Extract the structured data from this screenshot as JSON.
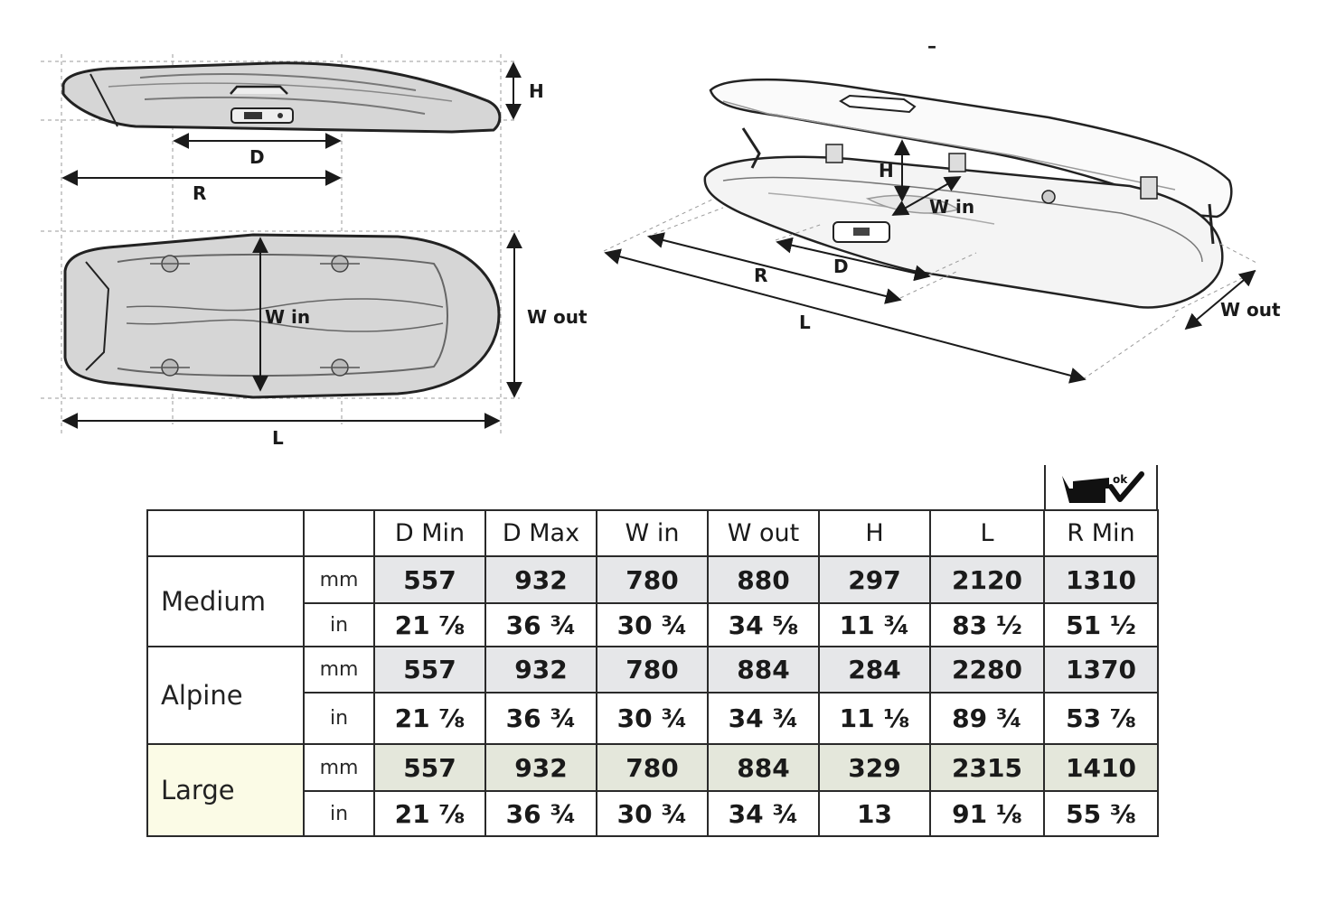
{
  "labels": {
    "top_h": "H",
    "top_d": "D",
    "top_r": "R",
    "plan_w_in": "W in",
    "plan_w_out": "W out",
    "plan_l": "L",
    "iso_h": "H",
    "iso_w_in": "W in",
    "iso_r": "R",
    "iso_d": "D",
    "iso_l": "L",
    "iso_w_out": "W out",
    "dash": "–"
  },
  "icon": {
    "name": "opening-clearance-ok-icon",
    "badge": "ok"
  },
  "table": {
    "headers": [
      "",
      "",
      "D Min",
      "D Max",
      "W in",
      "W out",
      "H",
      "L",
      "R Min"
    ],
    "models": [
      {
        "name": "Medium",
        "mm": {
          "unit": "mm",
          "values": [
            "557",
            "932",
            "780",
            "880",
            "297",
            "2120",
            "1310"
          ]
        },
        "in": {
          "unit": "in",
          "values": [
            "21 ⅞",
            "36 ¾",
            "30 ¾",
            "34 ⅝",
            "11 ¾",
            "83 ½",
            "51 ½"
          ]
        }
      },
      {
        "name": "Alpine",
        "mm": {
          "unit": "mm",
          "values": [
            "557",
            "932",
            "780",
            "884",
            "284",
            "2280",
            "1370"
          ]
        },
        "in": {
          "unit": "in",
          "values": [
            "21 ⅞",
            "36 ¾",
            "30 ¾",
            "34 ¾",
            "11 ⅛",
            "89 ¾",
            "53 ⅞"
          ]
        }
      },
      {
        "name": "Large",
        "mm": {
          "unit": "mm",
          "values": [
            "557",
            "932",
            "780",
            "884",
            "329",
            "2315",
            "1410"
          ]
        },
        "in": {
          "unit": "in",
          "values": [
            "21 ⅞",
            "36 ¾",
            "30 ¾",
            "34 ¾",
            "13",
            "91 ⅛",
            "55 ⅜"
          ]
        }
      }
    ]
  }
}
